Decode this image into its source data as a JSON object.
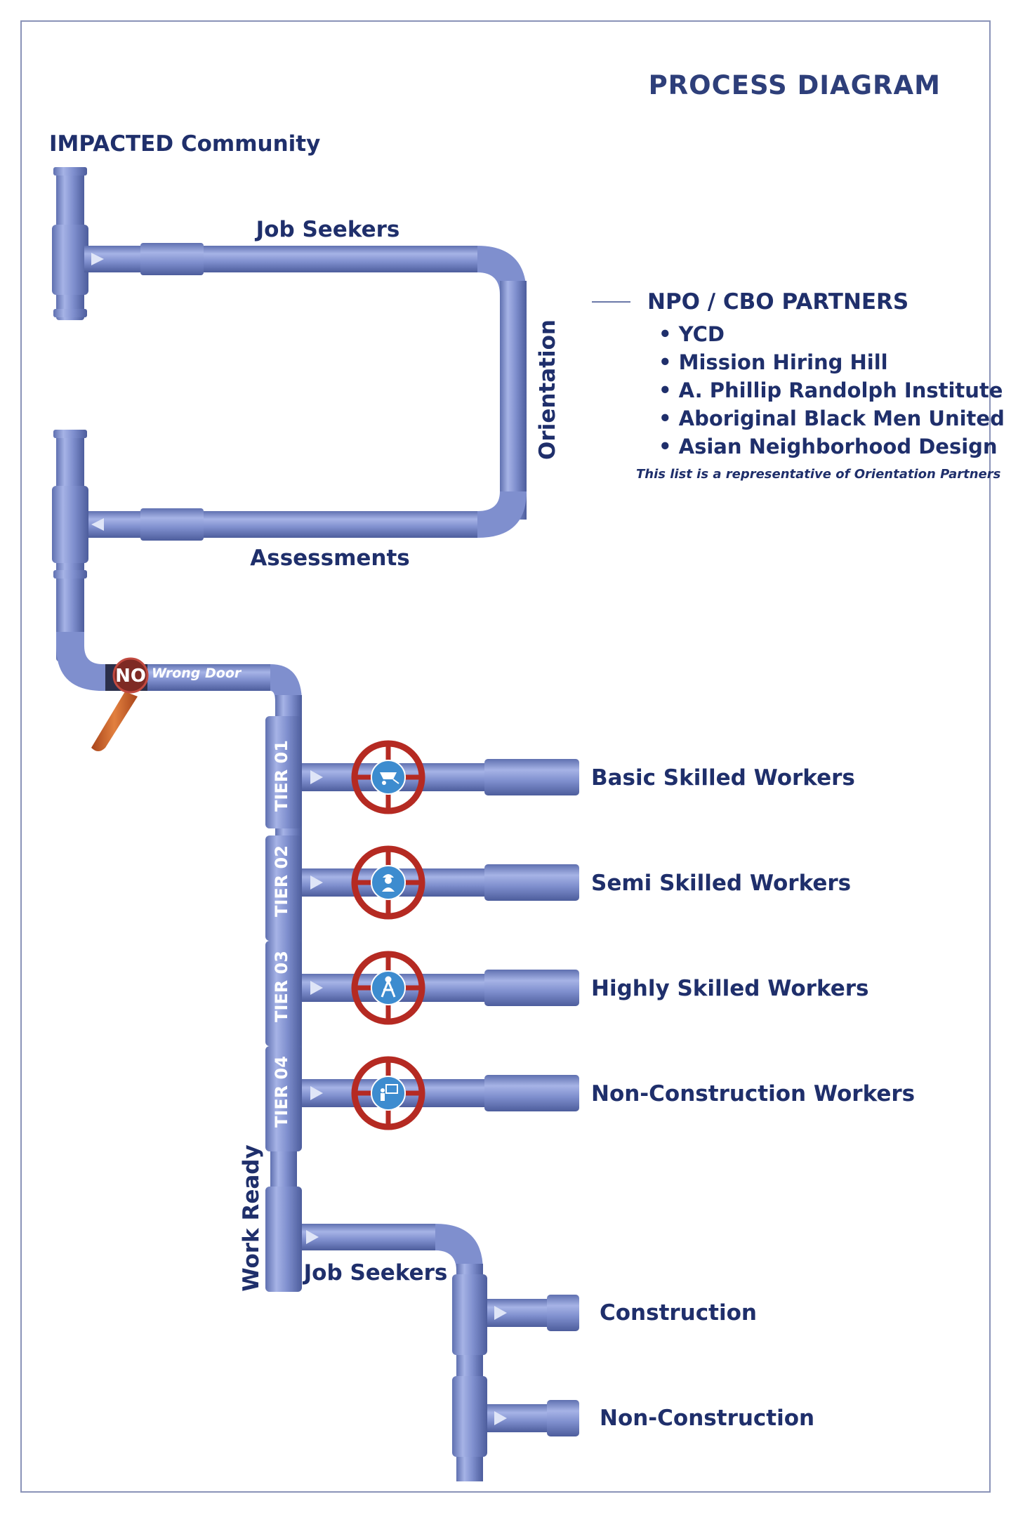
{
  "title": "PROCESS DIAGRAM",
  "source_label": "IMPACTED Community",
  "flow_labels": {
    "job_seekers_top": "Job Seekers",
    "orientation": "Orientation",
    "assessments": "Assessments",
    "work_ready": "Work Ready",
    "job_seekers_bottom": "Job Seekers"
  },
  "wrong_door": {
    "badge": "NO",
    "label": "Wrong Door"
  },
  "partners": {
    "heading": "NPO / CBO PARTNERS",
    "items": [
      "• YCD",
      "• Mission Hiring Hill",
      "• A. Phillip Randolph Institute",
      "• Aboriginal Black Men United",
      "• Asian Neighborhood Design"
    ],
    "note": "This list is a representative of Orientation Partners"
  },
  "tiers": [
    {
      "tier": "TIER 01",
      "label": "Basic Skilled Workers",
      "icon": "wheelbarrow-icon"
    },
    {
      "tier": "TIER 02",
      "label": "Semi Skilled Workers",
      "icon": "hard-hat-worker-icon"
    },
    {
      "tier": "TIER 03",
      "label": "Highly Skilled Workers",
      "icon": "drafting-compass-icon"
    },
    {
      "tier": "TIER 04",
      "label": "Non-Construction Workers",
      "icon": "presenter-board-icon"
    }
  ],
  "outputs": [
    "Construction",
    "Non-Construction"
  ],
  "colors": {
    "pipe": "#7f8fce",
    "text": "#1f2f6b",
    "valve": "#b52a22",
    "icon": "#3d8ccf",
    "handle": "#d4622a"
  }
}
